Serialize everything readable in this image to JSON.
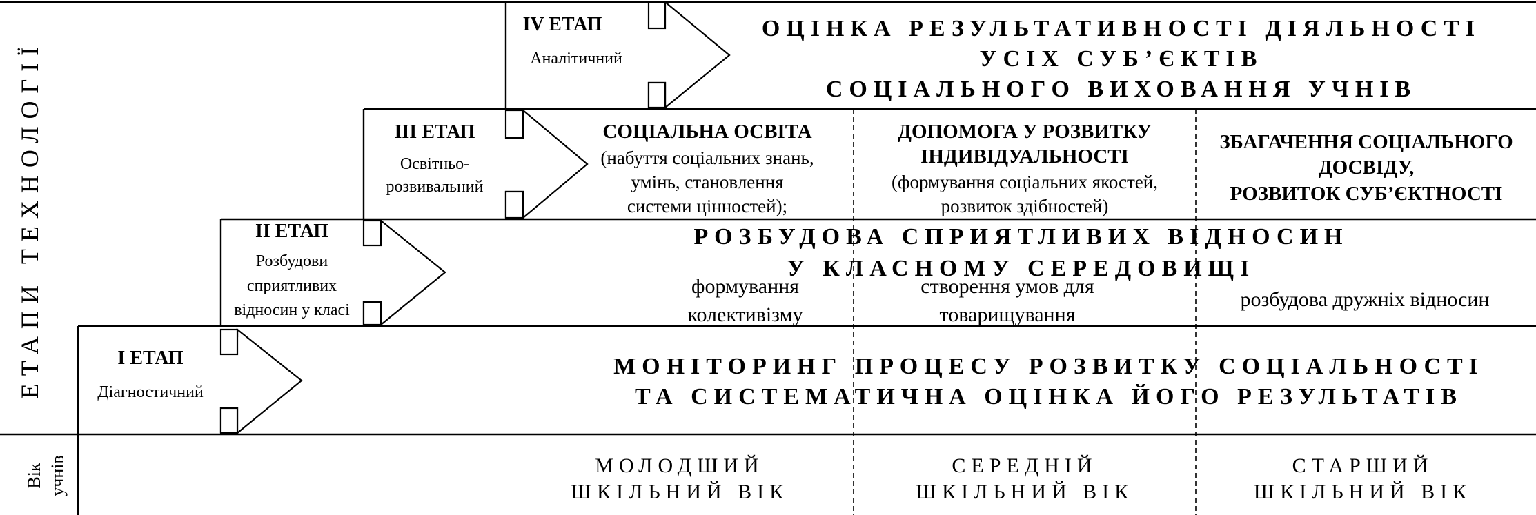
{
  "side_label": "ЕТАПИ   ТЕХНОЛОГІЇ",
  "age_label": {
    "line1": "Вік",
    "line2": "учнів"
  },
  "stages": [
    {
      "title": "І ЕТАП",
      "subtitle": [
        "Діагностичний"
      ]
    },
    {
      "title": "ІІ ЕТАП",
      "subtitle": [
        "Розбудови",
        "сприятливих",
        "відносин у класі"
      ]
    },
    {
      "title": "ІІІ ЕТАП",
      "subtitle": [
        "Освітньо-",
        "розвивальний"
      ]
    },
    {
      "title": "ІV ЕТАП",
      "subtitle": [
        "Аналітичний"
      ]
    }
  ],
  "row4": {
    "lines": [
      "ОЦІНКА РЕЗУЛЬТАТИВНОСТІ ДІЯЛЬНОСТІ",
      "УСІХ СУБ’ЄКТІВ",
      "СОЦІАЛЬНОГО ВИХОВАННЯ УЧНІВ"
    ]
  },
  "row3": {
    "col1": [
      "СОЦІАЛЬНА ОСВІТА",
      "(набуття соціальних знань,",
      "умінь, становлення",
      "системи цінностей);"
    ],
    "col2": [
      "ДОПОМОГА У РОЗВИТКУ",
      "ІНДИВІДУАЛЬНОСТІ",
      "(формування соціальних якостей,",
      "розвиток здібностей)"
    ],
    "col3": [
      "ЗБАГАЧЕННЯ СОЦІАЛЬНОГО",
      "ДОСВІДУ,",
      "РОЗВИТОК СУБ’ЄКТНОСТІ"
    ]
  },
  "row2": {
    "lines": [
      "РОЗБУДОВА СПРИЯТЛИВИХ ВІДНОСИН",
      "У КЛАСНОМУ СЕРЕДОВИЩІ"
    ],
    "col1": [
      "формування",
      "колективізму"
    ],
    "col2": [
      "створення умов для",
      "товарищування"
    ],
    "col3": [
      "розбудова дружніх відносин"
    ]
  },
  "row1": {
    "lines": [
      "МОНІТОРИНГ ПРОЦЕСУ РОЗВИТКУ СОЦІАЛЬНОСТІ",
      "ТА СИСТЕМАТИЧНА ОЦІНКА ЙОГО РЕЗУЛЬТАТІВ"
    ]
  },
  "ages": [
    [
      "МОЛОДШИЙ",
      "ШКІЛЬНИЙ ВІК"
    ],
    [
      "СЕРЕДНІЙ",
      "ШКІЛЬНИЙ ВІК"
    ],
    [
      "СТАРШИЙ",
      "ШКІЛЬНИЙ ВІК"
    ]
  ]
}
